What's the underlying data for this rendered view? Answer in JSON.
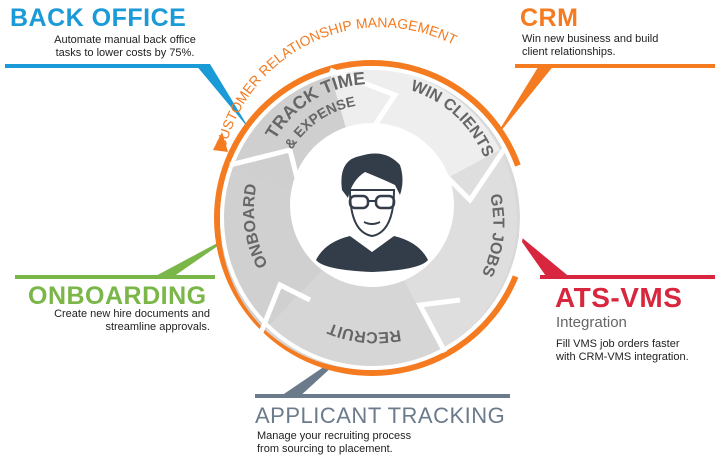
{
  "colors": {
    "back_office": "#1a9ad6",
    "crm": "#f47b20",
    "onboarding": "#7ab648",
    "ats": "#d7263d",
    "applicant": "#6b7b8c",
    "ring": "#f47b20"
  },
  "ring_label": "CUSTOMER RELATIONSHIP MANAGEMENT",
  "cycle": {
    "track": "TRACK TIME",
    "expense": "& EXPENSE",
    "win": "WIN CLIENTS",
    "get": "GET JOBS",
    "recruit": "RECRUIT",
    "onboard": "ONBOARD"
  },
  "center_icon": "businessman-icon",
  "back_office": {
    "title": "BACK OFFICE",
    "desc1": "Automate manual back office",
    "desc2": "tasks to lower costs by 75%."
  },
  "crm": {
    "title": "CRM",
    "desc1": "Win new business and build",
    "desc2": "client relationships."
  },
  "onboarding": {
    "title": "ONBOARDING",
    "desc1": "Create new hire documents and",
    "desc2": "streamline approvals."
  },
  "ats": {
    "title": "ATS-VMS",
    "subtitle": "Integration",
    "desc1": "Fill VMS job orders faster",
    "desc2": "with CRM-VMS integration."
  },
  "applicant": {
    "title": "APPLICANT TRACKING",
    "desc1": "Manage your recruiting process",
    "desc2": "from sourcing to placement."
  }
}
